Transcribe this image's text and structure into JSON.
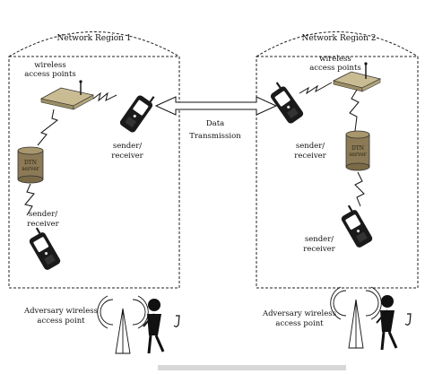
{
  "regions": [
    {
      "title": "Network Region 1"
    },
    {
      "title": "Network Region 2"
    }
  ],
  "labels": {
    "ap_left_line1": "wireless",
    "ap_left_line2": "access points",
    "ap_right_line1": "wireless",
    "ap_right_line2": "access points",
    "sr_left_top_line1": "sender/",
    "sr_left_top_line2": "receiver",
    "sr_left_bottom_line1": "sender/",
    "sr_left_bottom_line2": "receiver",
    "sr_right_top_line1": "sender/",
    "sr_right_top_line2": "receiver",
    "sr_right_bottom_line1": "sender/",
    "sr_right_bottom_line2": "receiver",
    "dtn_line1": "DTN",
    "dtn_line2": "server",
    "transfer_line1": "Data",
    "transfer_line2": "Transmission",
    "adv_left_line1": "Adversary wireless",
    "adv_left_line2": "access point",
    "adv_right_line1": "Adversary wireless",
    "adv_right_line2": "access point"
  },
  "colors": {
    "line": "#111111",
    "server_fill": "#8b7a55",
    "ap_fill": "#c9bc92",
    "phone_body": "#1a1a1a",
    "phone_screen": "#ffffff"
  },
  "icons": [
    "wireless-access-point-icon",
    "dtn-server-icon",
    "mobile-phone-icon",
    "adversary-antenna-icon",
    "person-icon"
  ]
}
